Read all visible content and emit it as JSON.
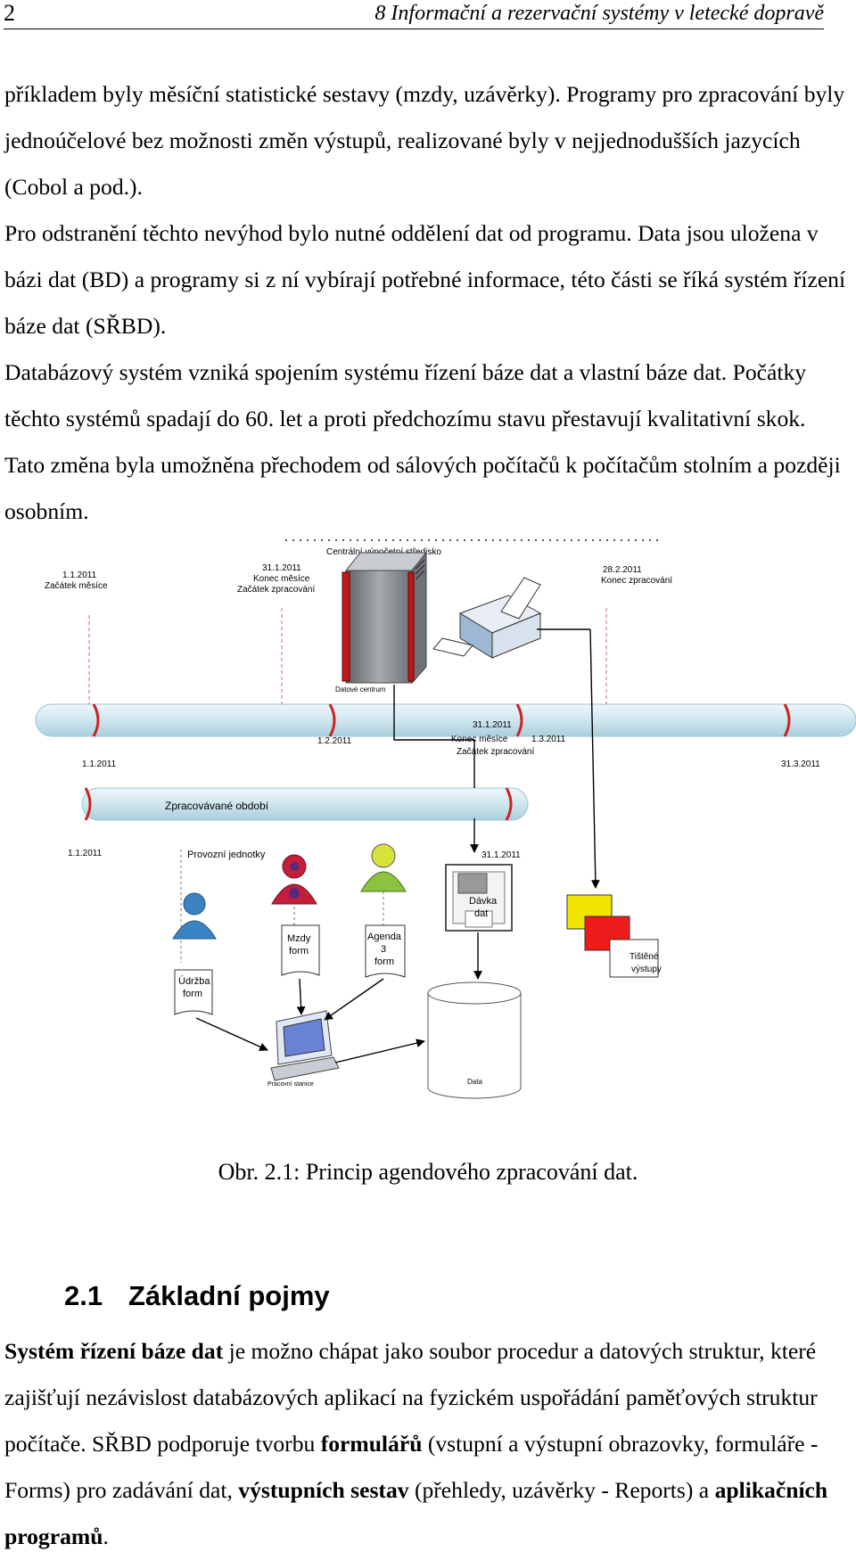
{
  "header": {
    "page_number": "2",
    "running_title": "8  Informační a rezervační systémy v letecké dopravě"
  },
  "paragraphs_top": [
    "příkladem byly měsíční statistické sestavy (mzdy, uzávěrky). Programy pro zpracování byly jednoúčelové bez možnosti změn výstupů, realizované byly v nejjednodušších jazycích (Cobol a pod.).",
    "Pro odstranění těchto nevýhod bylo nutné oddělení dat od programu. Data jsou uložena v bázi dat  (BD) a programy si z ní vybírají potřebné informace, této části se říká systém řízení báze dat (SŘBD).",
    "Databázový systém vzniká spojením systému řízení báze dat a vlastní báze dat. Počátky těchto systémů spadají do 60. let a proti předchozímu stavu přestavují kvalitativní skok. Tato změna byla umožněna přechodem od sálových počítačů k počítačům stolním a později osobním."
  ],
  "figure": {
    "label_central": "Centrální výpočetní středisko",
    "label_data_center": "Datové centrum",
    "dates": {
      "d1": "1.1.2011",
      "d1_label": "Začátek měsíce",
      "d2": "31.1.2011",
      "d2_l1": "Konec měsíce",
      "d2_l2": "Začátek zpracování",
      "d3": "28.2.2011",
      "d3_label": "Konec zpracování",
      "d4": "1.2.2011",
      "d5": "31.1.2011",
      "d5_l1": "Konec měsíce",
      "d6": "1.3.2011",
      "d5_l2": "Začátek zpracování",
      "d7": "1.1.2011",
      "d8": "31.3.2011",
      "d9": "1.1.2011",
      "d10": "31.1.2011"
    },
    "bar_label": "Zpracovávané období",
    "units_label": "Provozní jednotky",
    "form_maint": [
      "Údržba",
      "form"
    ],
    "form_payroll": [
      "Mzdy",
      "form"
    ],
    "form_agenda": [
      "Agenda",
      "3",
      "form"
    ],
    "batch": [
      "Dávka",
      "dat"
    ],
    "printed": [
      "Tištěné",
      "výstupy"
    ],
    "workstation": "Pracovní stanice",
    "data_label": "Data"
  },
  "caption": "Obr. 2.1: Princip agendového zpracování dat.",
  "section": {
    "number": "2.1",
    "title": "Základní pojmy"
  },
  "para2": {
    "b1": "Systém řízení báze dat",
    "t1": " je možno chápat jako soubor procedur a datových struktur, které zajišťují nezávislost databázových aplikací na fyzickém uspořádání paměťových struktur počítače. SŘBD podporuje tvorbu ",
    "b2": "formulářů",
    "t2": " (vstupní a výstupní obrazovky, formuláře - Forms) pro zadávání dat, ",
    "b3": "výstupních sestav",
    "t3": " (přehledy, uzávěrky - Reports) a ",
    "b4": "aplikačních programů",
    "t4": "."
  },
  "colors": {
    "pipe": "#cfe6ee",
    "pipe_edge": "#9cc6d6",
    "marker": "#cc2222",
    "server": "#8a8e94",
    "person_blue": "#3b84c4",
    "person_red": "#c41e3a",
    "person_yellow": "#d8e23a",
    "doc_yellow": "#f2e500",
    "doc_red": "#ee1b1b"
  }
}
